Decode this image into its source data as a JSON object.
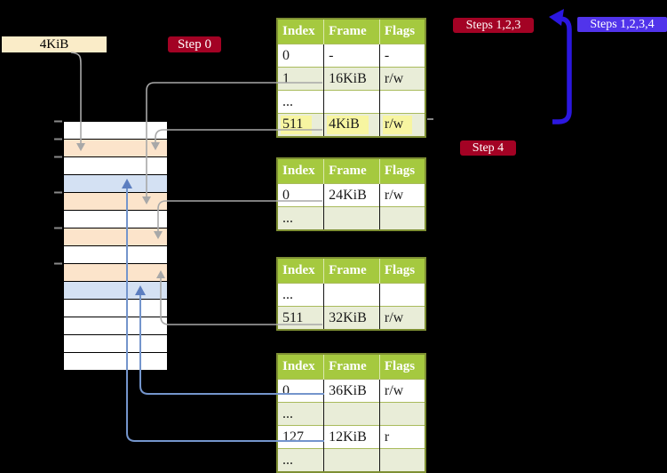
{
  "labels": {
    "page_size": "4KiB",
    "step0": "Step 0",
    "steps123": "Steps 1,2,3",
    "steps1234": "Steps 1,2,3,4",
    "step4": "Step 4"
  },
  "tables": [
    {
      "name": "page-table-1",
      "headers": [
        "Index",
        "Frame",
        "Flags"
      ],
      "rows": [
        [
          "0",
          "-",
          "-"
        ],
        [
          "1",
          "16KiB",
          "r/w"
        ],
        [
          "...",
          "",
          ""
        ],
        [
          "511",
          "4KiB",
          "r/w"
        ]
      ],
      "highlighted_row_index": 3
    },
    {
      "name": "page-table-2",
      "headers": [
        "Index",
        "Frame",
        "Flags"
      ],
      "rows": [
        [
          "0",
          "24KiB",
          "r/w"
        ],
        [
          "...",
          "",
          ""
        ]
      ]
    },
    {
      "name": "page-table-3",
      "headers": [
        "Index",
        "Frame",
        "Flags"
      ],
      "rows": [
        [
          "...",
          "",
          ""
        ],
        [
          "511",
          "32KiB",
          "r/w"
        ]
      ]
    },
    {
      "name": "page-table-4",
      "headers": [
        "Index",
        "Frame",
        "Flags"
      ],
      "rows": [
        [
          "0",
          "36KiB",
          "r/w"
        ],
        [
          "...",
          "",
          ""
        ],
        [
          "127",
          "12KiB",
          "r"
        ],
        [
          "...",
          "",
          ""
        ]
      ]
    }
  ],
  "memory_column": {
    "cell_colors": [
      "white",
      "peach",
      "white",
      "blue",
      "peach",
      "white",
      "peach",
      "white",
      "peach",
      "blue",
      "white",
      "white",
      "white",
      "white"
    ]
  },
  "colors": {
    "background": "#000000",
    "peach_cell": "#FCE4CB",
    "blue_cell": "#D4E1F3",
    "header_green": "#A5C93F",
    "row_green": "#E9EDD8",
    "table_border_olive": "#7E8F33",
    "highlight_yellow": "#F7F5A1",
    "badge_red": "#A30224",
    "badge_blue": "#5134EB",
    "big_arrow_blue": "#2B17E0",
    "connector_gray": "#A8A8A8",
    "connector_blue": "#7495CC",
    "label_cream": "#FAECC8"
  }
}
